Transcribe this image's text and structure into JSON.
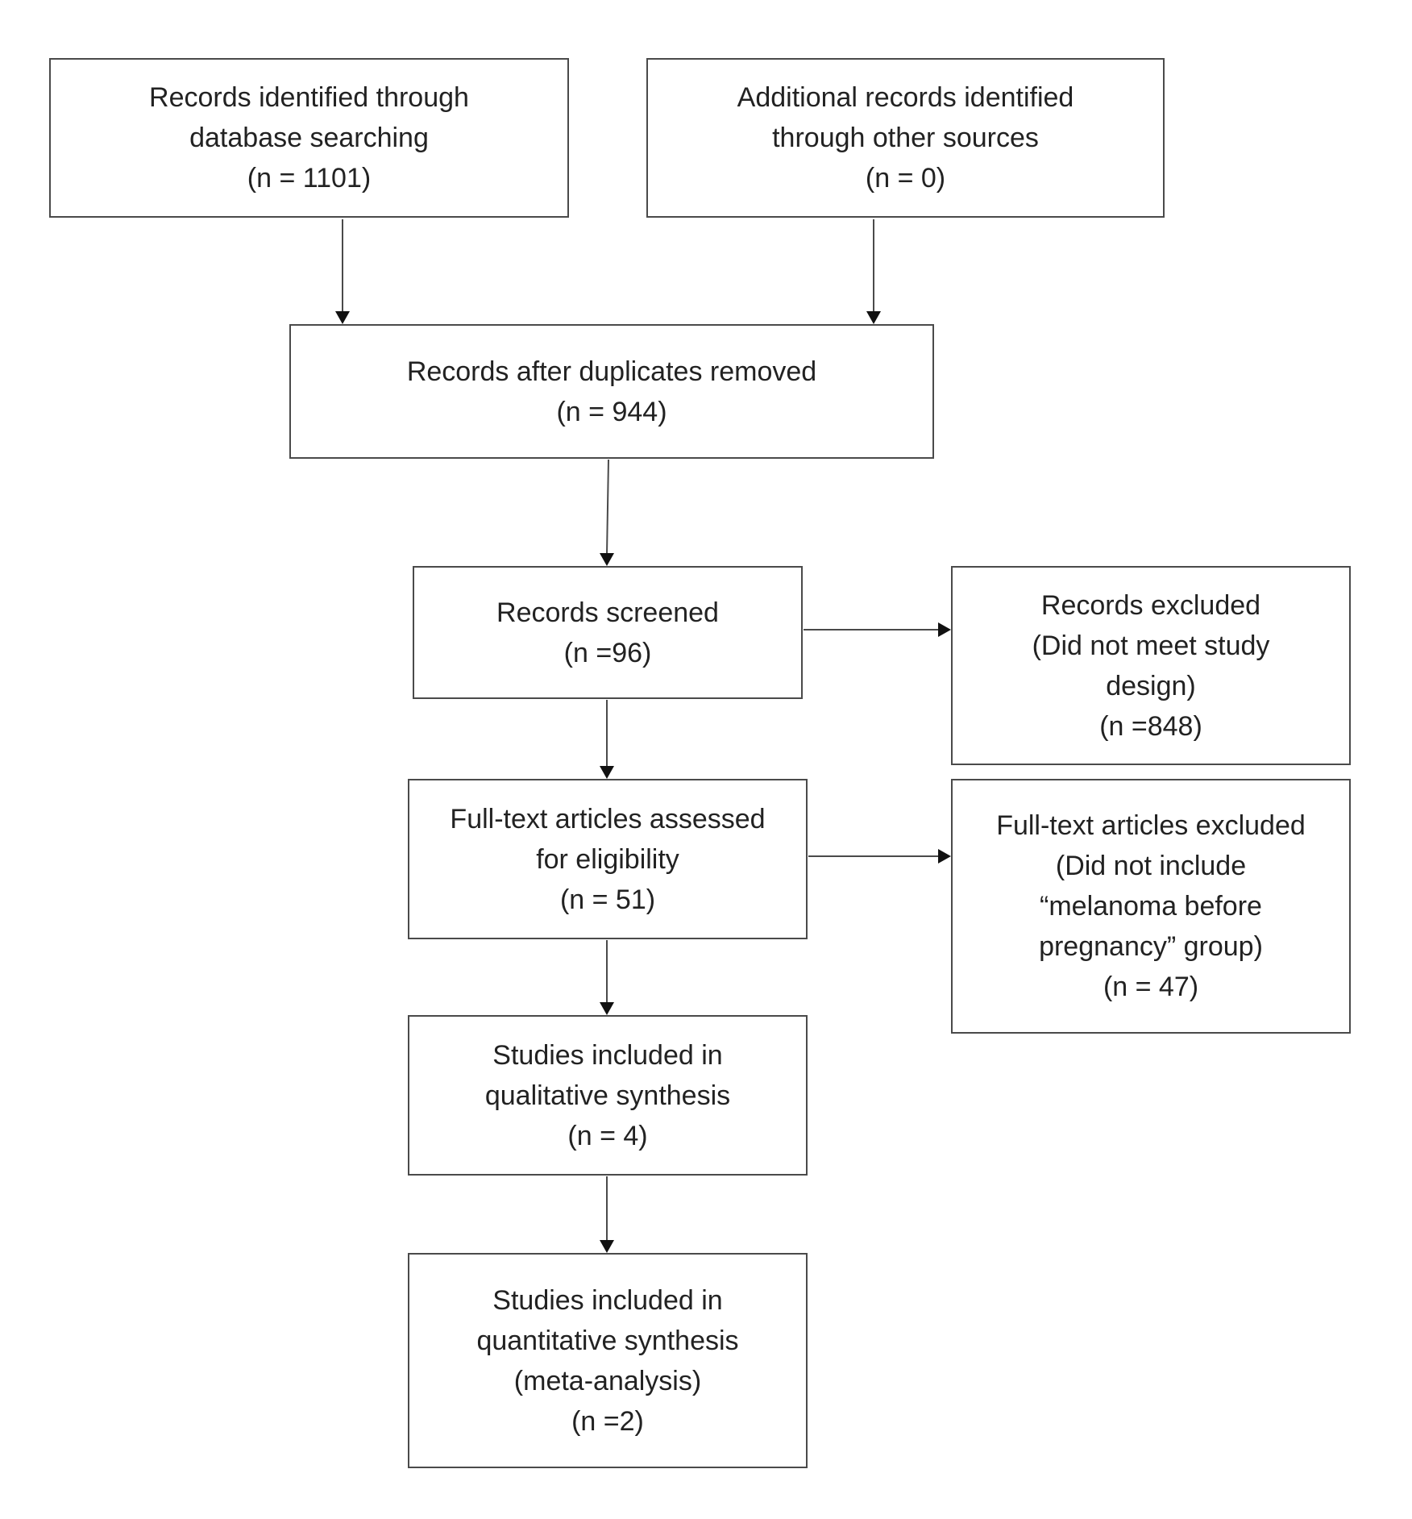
{
  "diagram": {
    "boxes": {
      "db_search": [
        "Records identified through",
        "database searching",
        "(n = 1101)"
      ],
      "other_sources": [
        "Additional records identified",
        "through other sources",
        "(n = 0)"
      ],
      "after_duplicates": [
        "Records after duplicates removed",
        "(n = 944)"
      ],
      "screened": [
        "Records screened",
        "(n =96)"
      ],
      "excluded": [
        "Records excluded",
        "(Did not meet study",
        "design)",
        "(n =848)"
      ],
      "fulltext": [
        "Full-text articles assessed",
        "for eligibility",
        "(n = 51)"
      ],
      "fulltext_excluded": [
        "Full-text articles excluded",
        "(Did not include",
        "“melanoma before",
        "pregnancy” group)",
        "(n = 47)"
      ],
      "qualitative": [
        "Studies included in",
        "qualitative synthesis",
        "(n = 4)"
      ],
      "quantitative": [
        "Studies included in",
        "quantitative synthesis",
        "(meta-analysis)",
        "(n =2)"
      ]
    }
  }
}
